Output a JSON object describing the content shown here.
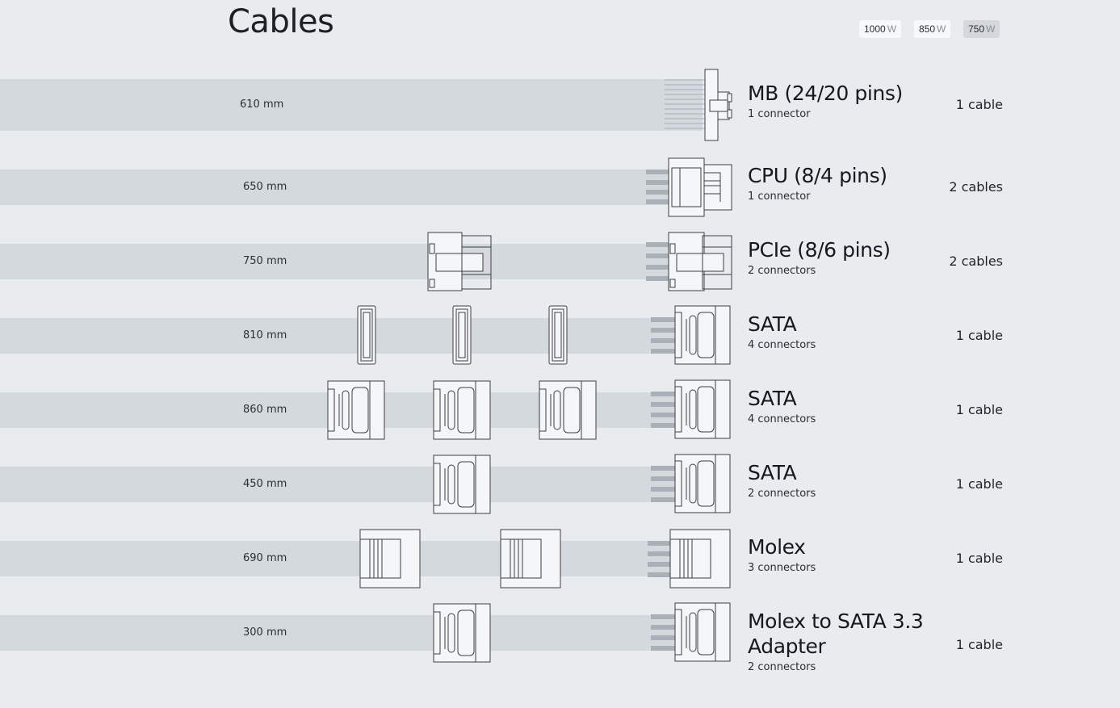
{
  "title": "Cables",
  "wattage_options": [
    {
      "value": "1000",
      "unit": "W",
      "active": false
    },
    {
      "value": "850",
      "unit": "W",
      "active": false
    },
    {
      "value": "750",
      "unit": "W",
      "active": true
    }
  ],
  "cables": [
    {
      "length": "610 mm",
      "name": "MB (24/20 pins)",
      "connectors": "1 connector",
      "count": "1 cable",
      "type": "mb-24pin-connector",
      "extra_connectors": []
    },
    {
      "length": "650 mm",
      "name": "CPU (8/4 pins)",
      "connectors": "1 connector",
      "count": "2 cables",
      "type": "cpu-8pin-connector",
      "extra_connectors": []
    },
    {
      "length": "750 mm",
      "name": "PCIe (8/6 pins)",
      "connectors": "2 connectors",
      "count": "2 cables",
      "type": "pcie-connector",
      "extra_connectors": [
        "pcie-connector"
      ]
    },
    {
      "length": "810 mm",
      "name": "SATA",
      "connectors": "4 connectors",
      "count": "1 cable",
      "type": "sata-connector",
      "extra_connectors": [
        "sata-slim-connector",
        "sata-slim-connector",
        "sata-slim-connector"
      ]
    },
    {
      "length": "860 mm",
      "name": "SATA",
      "connectors": "4 connectors",
      "count": "1 cable",
      "type": "sata-connector",
      "extra_connectors": [
        "sata-connector",
        "sata-connector",
        "sata-connector"
      ]
    },
    {
      "length": "450 mm",
      "name": "SATA",
      "connectors": "2 connectors",
      "count": "1 cable",
      "type": "sata-connector",
      "extra_connectors": [
        "sata-connector"
      ]
    },
    {
      "length": "690 mm",
      "name": "Molex",
      "connectors": "3 connectors",
      "count": "1 cable",
      "type": "molex-connector",
      "extra_connectors": [
        "molex-connector",
        "molex-connector"
      ]
    },
    {
      "length": "300 mm",
      "name": "Molex to SATA 3.3 Adapter",
      "connectors": "2 connectors",
      "count": "1 cable",
      "type": "sata-connector",
      "extra_connectors": [
        "molex-connector"
      ]
    }
  ]
}
